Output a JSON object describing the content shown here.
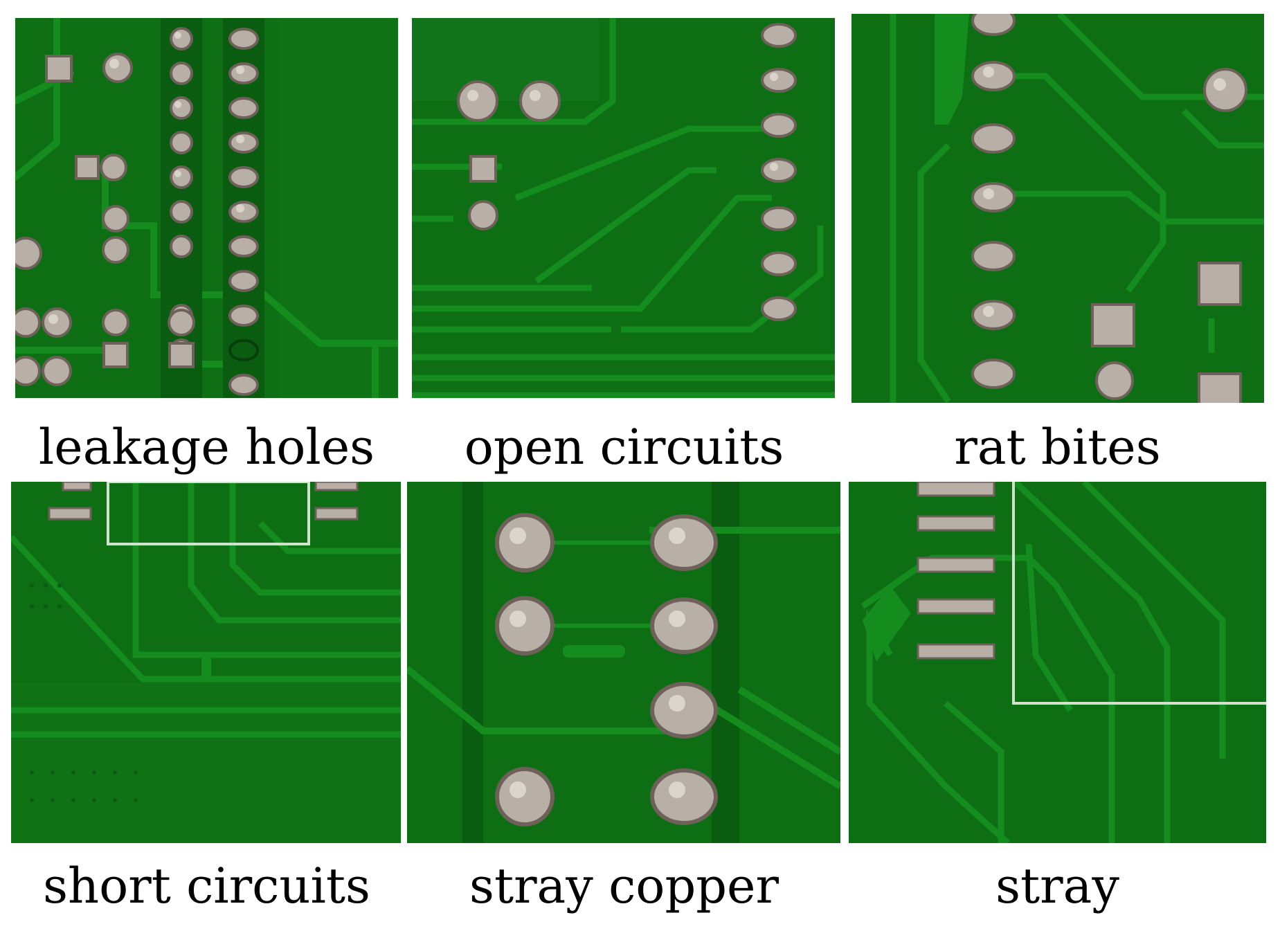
{
  "figure": {
    "panels": [
      {
        "label": "leakage holes"
      },
      {
        "label": "open circuits"
      },
      {
        "label": "rat bites"
      },
      {
        "label": "short circuits"
      },
      {
        "label": "stray copper"
      },
      {
        "label": "stray"
      }
    ]
  },
  "colors": {
    "board": "#0d6e14",
    "board_dark": "#0a5c10",
    "trace": "#148c1e",
    "trace_edge": "#0e7a17",
    "pad": "#b8b0a6",
    "pad_shadow": "#6d6159",
    "pad_highlight": "#e8e2da",
    "silkscreen": "#cfe3cf"
  }
}
